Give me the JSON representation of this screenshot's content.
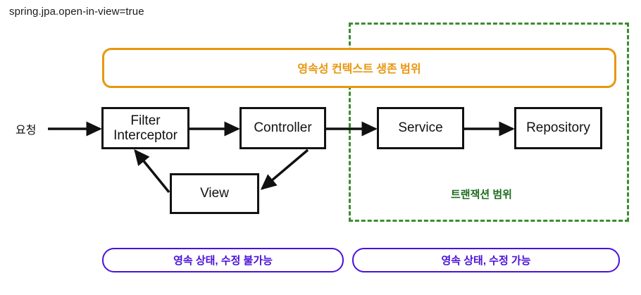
{
  "diagram": {
    "title": "spring.jpa.open-in-view=true",
    "persistence_scope": {
      "label": "영속성 컨텍스트 생존 범위",
      "color": "#e8960c"
    },
    "transaction_scope": {
      "label": "트랜잭션 범위",
      "color": "#3c8c30"
    },
    "entry": {
      "label": "요청"
    },
    "nodes": [
      {
        "id": "filter-interceptor",
        "line1": "Filter",
        "line2": "Interceptor"
      },
      {
        "id": "controller",
        "line1": "Controller",
        "line2": ""
      },
      {
        "id": "view",
        "line1": "View",
        "line2": ""
      },
      {
        "id": "service",
        "line1": "Service",
        "line2": ""
      },
      {
        "id": "repository",
        "line1": "Repository",
        "line2": ""
      }
    ],
    "state_boxes": [
      {
        "id": "readonly",
        "label": "영속 상태, 수정 불가능",
        "color": "#4b11d8"
      },
      {
        "id": "writable",
        "label": "영속 상태, 수정 가능",
        "color": "#4b11d8"
      }
    ]
  }
}
